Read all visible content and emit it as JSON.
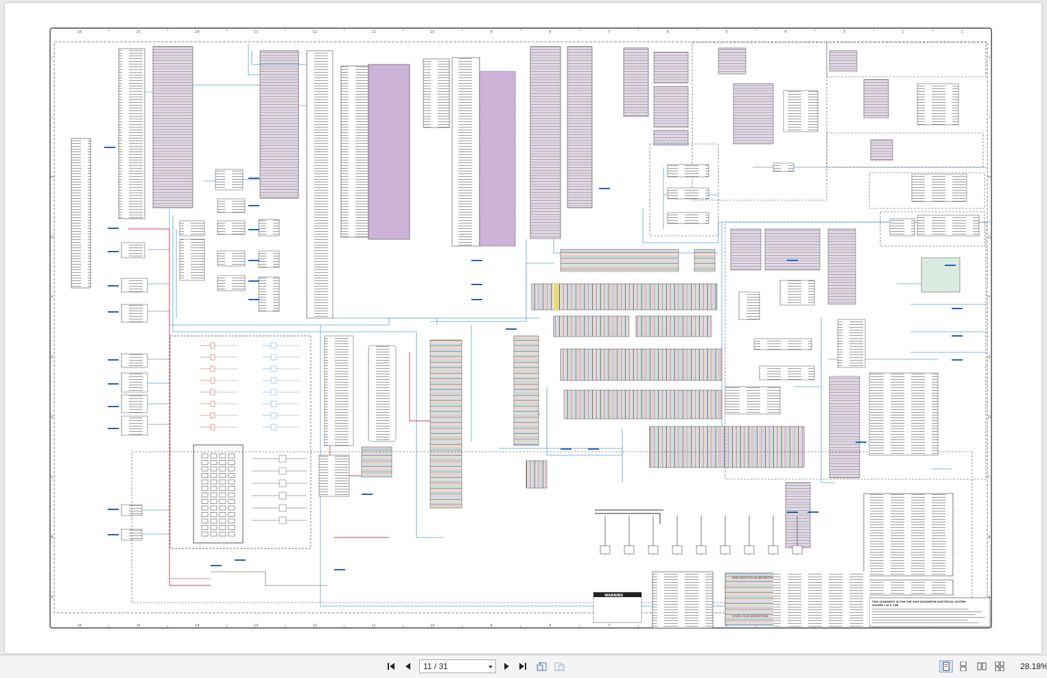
{
  "toolbar": {
    "page_display": "11 / 31",
    "zoom": "28.18%",
    "icons": [
      "first-page-icon",
      "previous-page-icon",
      "next-page-icon",
      "last-page-icon",
      "rotate-back-icon",
      "rotate-forward-icon",
      "single-page-view-icon",
      "continuous-view-icon",
      "two-page-view-icon",
      "continuous-two-page-view-icon"
    ]
  },
  "document": {
    "column_numbers": [
      "16",
      "15",
      "14",
      "13",
      "12",
      "11",
      "10",
      "9",
      "8",
      "7",
      "6",
      "5",
      "4",
      "3",
      "2",
      "1"
    ],
    "row_letters": [
      "J",
      "I",
      "H",
      "G",
      "F",
      "E",
      "D",
      "C",
      "B",
      "A"
    ],
    "title_block": {
      "line1": "THIS SCHEMATIC IS FOR THE 320F EXCAVATOR ELECTRICAL SYSTEM",
      "line2": "VOLUME 1 of 3: CAB"
    },
    "warning_label": "WARNING",
    "wire_group_title": "WIRE GROUP COLOR DESCRIPTIONS",
    "other_color_title": "OTHER COLOR DESCRIPTIONS"
  },
  "colors": {
    "wire_blue": "#5b9bd5",
    "wire_red": "#d23c3c",
    "purple_fill": "#cdb3d8",
    "pink_wire": "#e8a0a8",
    "cyan_wire": "#6cc4d8",
    "tan_wire": "#d8b48a",
    "link_blue": "#1f5fbf"
  }
}
